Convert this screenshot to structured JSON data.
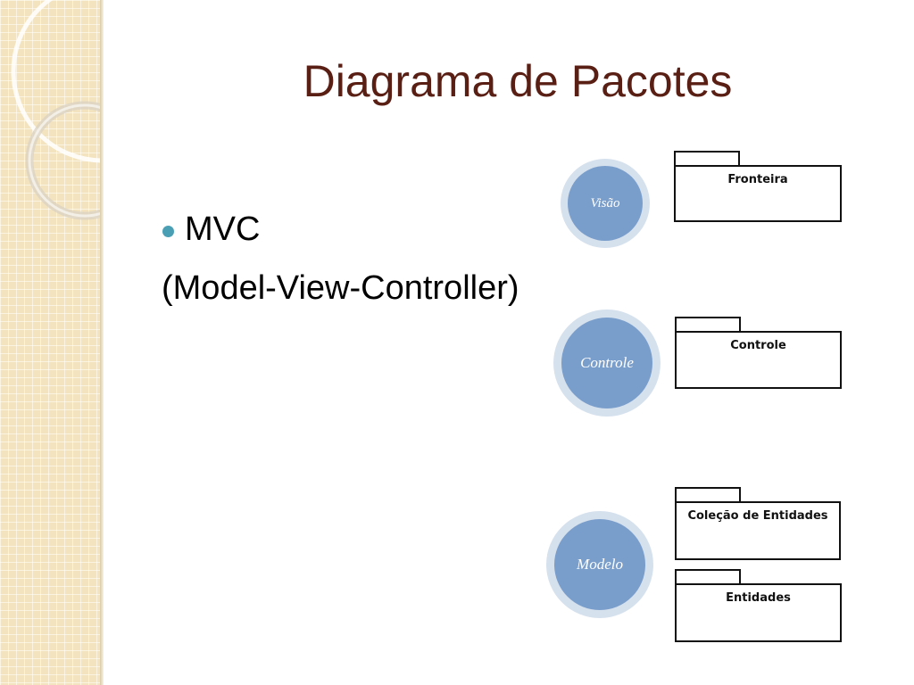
{
  "slide": {
    "title": "Diagrama de Pacotes",
    "bullet": "MVC",
    "subline": "(Model-View-Controller)"
  },
  "layers": {
    "visao": "Visão",
    "controle": "Controle",
    "modelo": "Modelo"
  },
  "packages": {
    "fronteira": "Fronteira",
    "controle": "Controle",
    "colecao": "Coleção de Entidades",
    "entidades": "Entidades"
  },
  "colors": {
    "title": "#5a1f14",
    "bullet": "#4a9fb5",
    "circle_fill": "#7a9ecb",
    "circle_ring": "#d6e1ee",
    "sidebar": "#f3e4bf"
  }
}
